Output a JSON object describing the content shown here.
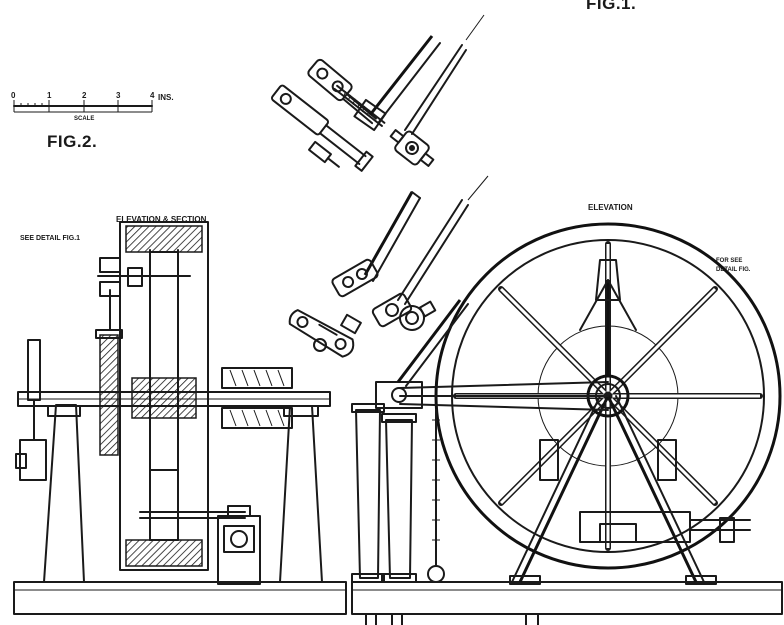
{
  "figure_labels": {
    "fig1": "FIG.1.",
    "fig2": "FIG.2."
  },
  "scale": {
    "word": "SCALE",
    "units": "INS.",
    "ticks": [
      "0",
      "1",
      "2",
      "3",
      "4"
    ]
  },
  "view_titles": {
    "elevation_section": "ELEVATION & SECTION",
    "elevation": "ELEVATION"
  },
  "notes": {
    "left": "SEE DETAIL FIG.1",
    "right_line1": "FOR SEE",
    "right_line2": "DETAIL FIG."
  }
}
